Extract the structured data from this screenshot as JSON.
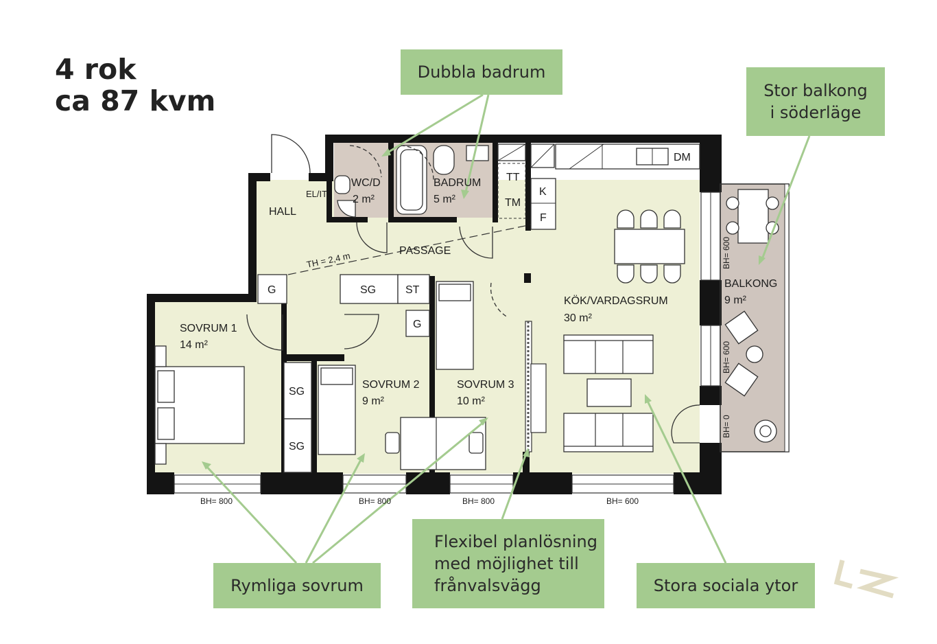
{
  "title": {
    "line1": "4 rok",
    "line2": "ca 87 kvm"
  },
  "callouts": {
    "bathrooms": "Dubbla badrum",
    "balcony": [
      "Stor balkong",
      "i söderläge"
    ],
    "bedrooms": "Rymliga sovrum",
    "flexible": [
      "Flexibel planlösning",
      "med möjlighet till",
      "frånvalsvägg"
    ],
    "social": "Stora sociala ytor"
  },
  "rooms": {
    "hall": "HALL",
    "passage": "PASSAGE",
    "wc": {
      "name": "WC/D",
      "area": "2 m²"
    },
    "badrum": {
      "name": "BADRUM",
      "area": "5 m²"
    },
    "kitchen": {
      "name": "KÖK/VARDAGSRUM",
      "area": "30 m²"
    },
    "balkong": {
      "name": "BALKONG",
      "area": "9 m²"
    },
    "sovrum1": {
      "name": "SOVRUM 1",
      "area": "14 m²"
    },
    "sovrum2": {
      "name": "SOVRUM 2",
      "area": "9 m²"
    },
    "sovrum3": {
      "name": "SOVRUM 3",
      "area": "10 m²"
    }
  },
  "labels": {
    "elit": "EL/IT",
    "tt": "TT",
    "tm": "TM",
    "k": "K",
    "f": "F",
    "dm": "DM",
    "g": "G",
    "sg": "SG",
    "st": "ST",
    "th": "TH = 2,4 m"
  },
  "heights": {
    "s1": "BH= 800",
    "s2": "BH= 800",
    "s3": "BH= 800",
    "kitchen": "BH= 600",
    "bal1": "BH= 600",
    "bal2": "BH= 600",
    "bal3": "BH= 0"
  },
  "colors": {
    "callout_bg": "#a4cb8f",
    "living_floor": "#eef0d6",
    "wet_floor": "#d6cbc2",
    "balcony_floor": "#cfc5be",
    "walls": "#141414",
    "arrows": "#a4cb8f"
  }
}
